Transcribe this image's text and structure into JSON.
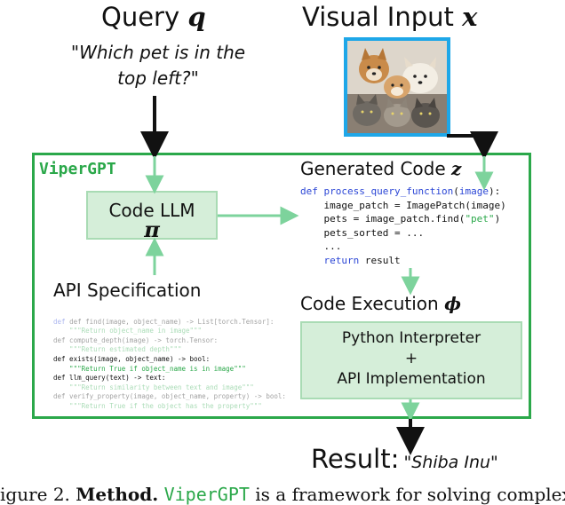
{
  "query": {
    "title": "Query",
    "symbol": "q",
    "text": "\"Which pet is in the top left?\""
  },
  "visual_input": {
    "title": "Visual Input",
    "symbol": "x"
  },
  "framework": {
    "label": "ViperGPT"
  },
  "code_llm": {
    "label": "Code LLM",
    "symbol": "π"
  },
  "api_spec": {
    "title": "API Specification",
    "lines": [
      "def find(image, object_name) -> List[torch.Tensor]:",
      "    \"\"\"Return object_name in image\"\"\"",
      "def compute_depth(image) -> torch.Tensor:",
      "    \"\"\"Return estimated depth\"\"\"",
      "def exists(image, object_name) -> bool:",
      "    \"\"\"Return True if object_name is in image\"\"\"",
      "def llm_query(text) -> text:",
      "    \"\"\"Return similarity between text and image\"\"\"",
      "def verify_property(image, object_name, property) -> bool:",
      "    \"\"\"Return True if the object has the property\"\"\""
    ]
  },
  "generated_code": {
    "title": "Generated Code",
    "symbol": "z",
    "def_kw": "def",
    "func_name": "process_query_function",
    "param": "image",
    "line2": "    image_patch = ImagePatch(image)",
    "line3a": "    pets = image_patch.find(",
    "line3s": "\"pet\"",
    "line3b": ")",
    "line4": "    pets_sorted = ...",
    "line5": "    ...",
    "return_kw": "return",
    "return_val": " result"
  },
  "code_execution": {
    "title": "Code Execution",
    "symbol": "ϕ"
  },
  "interpreter": {
    "line1": "Python Interpreter",
    "plus": "+",
    "line2": "API Implementation"
  },
  "result": {
    "title": "Result:",
    "value": "\"Shiba Inu\""
  },
  "caption": {
    "prefix": "igure 2.",
    "method": "Method.",
    "name": "ViperGPT",
    "rest": " is a framework for solving complex"
  },
  "colors": {
    "green": "#2ba84a",
    "light_green": "#d5eed9",
    "arrow_green": "#7dd39c",
    "blue": "#2b46d6",
    "cyan_frame": "#1ea7e8"
  }
}
